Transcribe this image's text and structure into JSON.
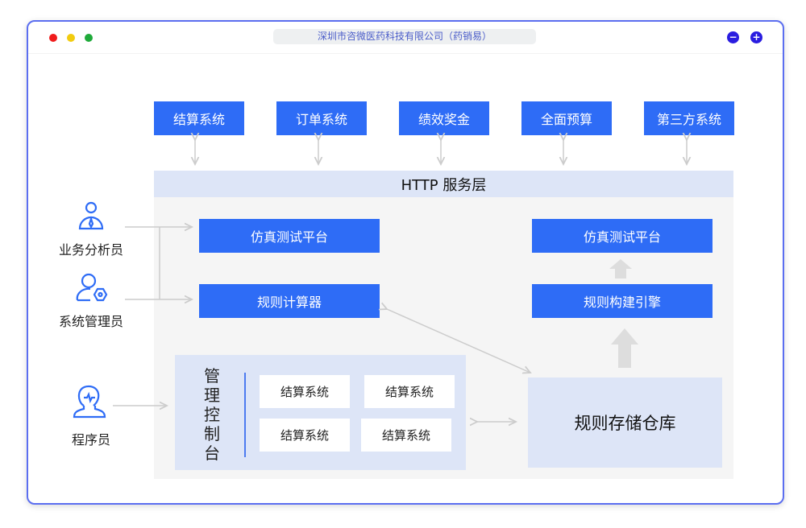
{
  "window": {
    "title": "深圳市咨微医药科技有限公司（药销易）",
    "minimize": "−",
    "maximize": "+"
  },
  "top_systems": [
    "结算系统",
    "订单系统",
    "绩效奖金",
    "全面预算",
    "第三方系统"
  ],
  "http_layer": "HTTP 服务层",
  "roles": [
    "业务分析员",
    "系统管理员",
    "程序员"
  ],
  "left_modules": [
    "仿真测试平台",
    "规则计算器"
  ],
  "right_modules": [
    "仿真测试平台",
    "规则构建引擎"
  ],
  "console": {
    "title": "管理控制台",
    "items": [
      "结算系统",
      "结算系统",
      "结算系统",
      "结算系统"
    ]
  },
  "repository": "规则存储仓库",
  "colors": {
    "accent": "#2e6cf6",
    "panel": "#dde5f7",
    "border": "#5b6ef0"
  }
}
